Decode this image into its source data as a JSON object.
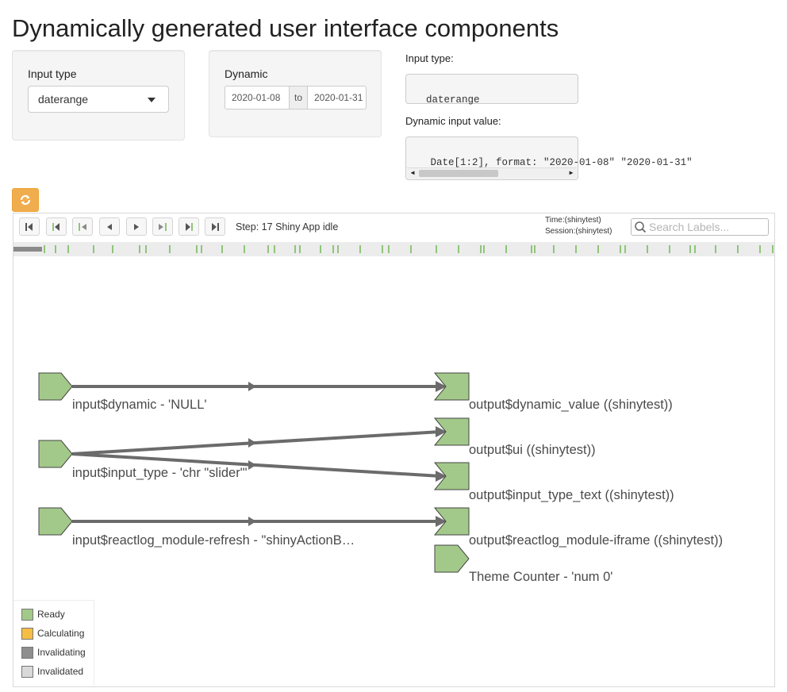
{
  "page": {
    "title": "Dynamically generated user interface components"
  },
  "input_panel": {
    "label": "Input type",
    "selected": "daterange"
  },
  "dynamic_panel": {
    "label": "Dynamic",
    "start_date": "2020-01-08",
    "to_label": "to",
    "end_date": "2020-01-31"
  },
  "outputs": {
    "input_type_label": "Input type:",
    "input_type_value": "daterange",
    "dynamic_value_label": "Dynamic input value:",
    "dynamic_value_text": " Date[1:2], format: \"2020-01-08\" \"2020-01-31\""
  },
  "reactlog": {
    "step_label": "Step:",
    "step_number": "17",
    "status": "Shiny App idle",
    "time_label": "Time:(shinytest)",
    "session_label": "Session:(shinytest)",
    "search_placeholder": "Search Labels...",
    "nodes": {
      "in_dynamic": "input$dynamic - 'NULL'",
      "in_input_type": "input$input_type - 'chr \"slider\"'",
      "in_refresh": "input$reactlog_module-refresh - \"shinyActionB…",
      "out_dynamic_value": "output$dynamic_value ((shinytest))",
      "out_ui": "output$ui ((shinytest))",
      "out_input_type_text": "output$input_type_text ((shinytest))",
      "out_iframe": "output$reactlog_module-iframe ((shinytest))",
      "theme_counter": "Theme Counter - 'num 0'"
    },
    "legend": {
      "ready": "Ready",
      "calculating": "Calculating",
      "invalidating": "Invalidating",
      "invalidated": "Invalidated"
    }
  },
  "colors": {
    "ready": "#a3c98a",
    "calculating": "#f6bd45",
    "invalidating": "#8f8f8f",
    "invalidated": "#d9d9d9",
    "refresh_button": "#f0ad4e"
  },
  "icons": {
    "refresh_button": "refresh-icon",
    "select_caret": "caret-down-icon",
    "search": "search-icon"
  }
}
